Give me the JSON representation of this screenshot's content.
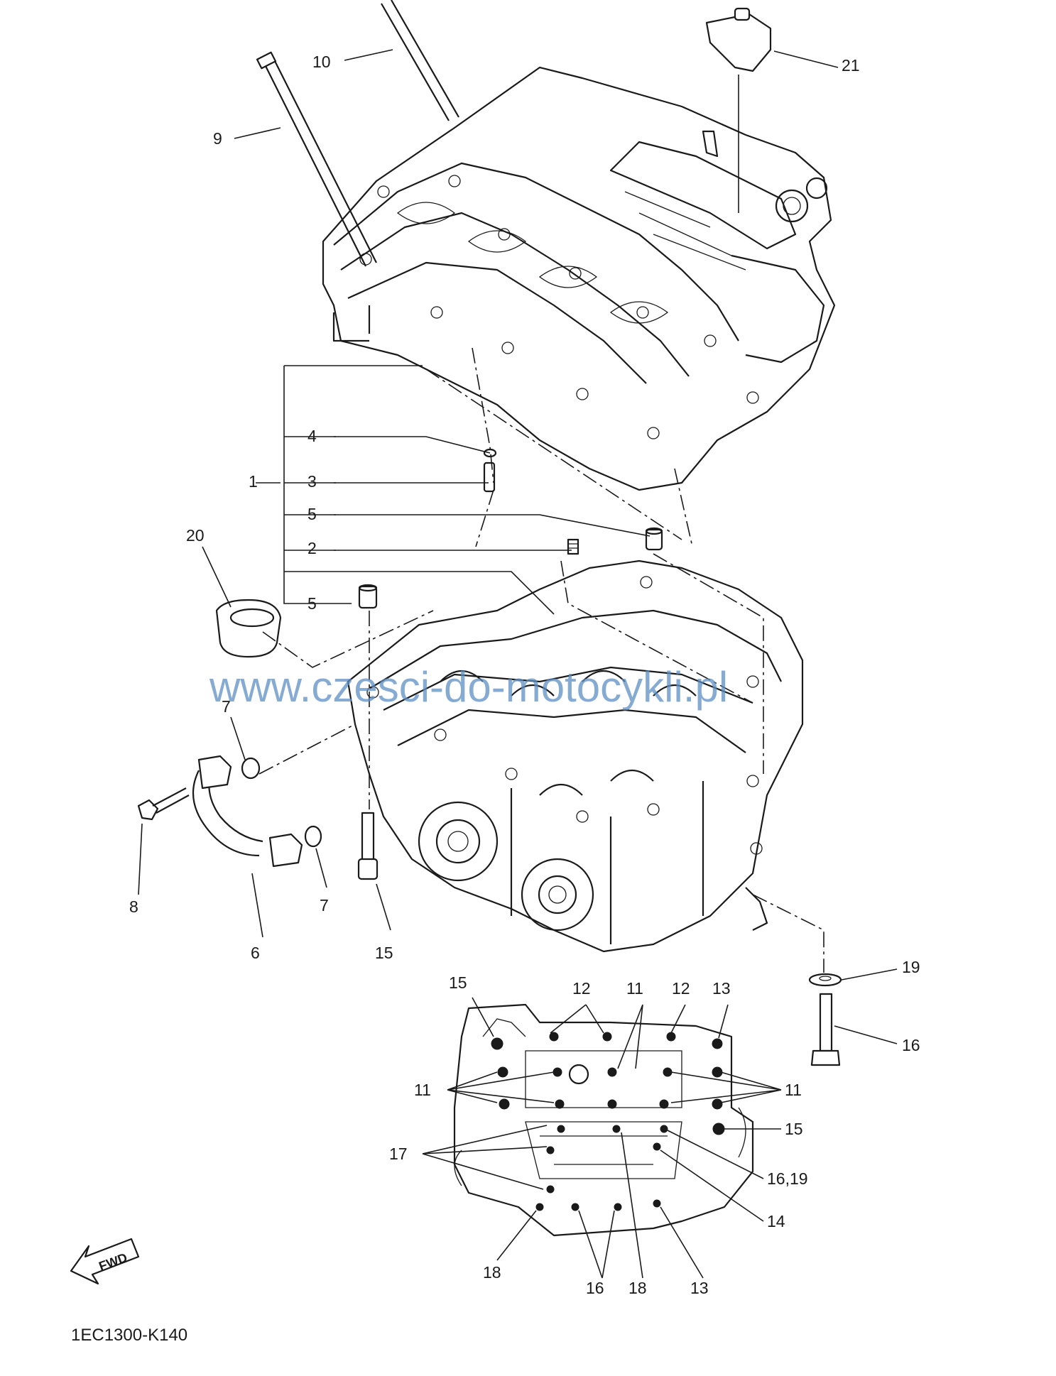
{
  "watermark": "www.czesci-do-motocykli.pl",
  "diagram_code": "1EC1300-K140",
  "fwd_label": "FWD",
  "callouts": {
    "c1": "1",
    "c2": "2",
    "c3": "3",
    "c4": "4",
    "c5a": "5",
    "c5b": "5",
    "c6": "6",
    "c7a": "7",
    "c7b": "7",
    "c8": "8",
    "c9": "9",
    "c10": "10",
    "c15a": "15",
    "c16a": "16",
    "c19a": "19",
    "c20": "20",
    "c21": "21",
    "d15a": "15",
    "d12a": "12",
    "d11a": "11",
    "d12b": "12",
    "d13a": "13",
    "d11b": "11",
    "d11c": "11",
    "d15b": "15",
    "d17": "17",
    "d1619": "16,19",
    "d14": "14",
    "d18a": "18",
    "d16": "16",
    "d18b": "18",
    "d13b": "13"
  }
}
